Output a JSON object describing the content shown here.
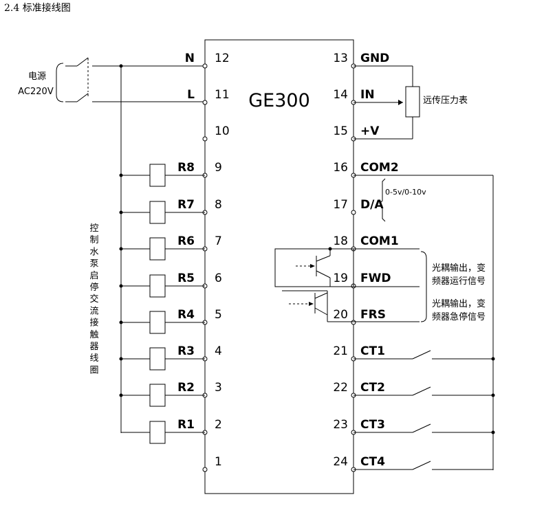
{
  "title": "2.4  标准接线图",
  "model": "GE300",
  "power": {
    "line1": "电源",
    "line2": "AC220V"
  },
  "left_terminals": [
    "12",
    "11",
    "10",
    "9",
    "8",
    "7",
    "6",
    "5",
    "4",
    "3",
    "2",
    "1"
  ],
  "left_labels": [
    "N",
    "L",
    "",
    "R8",
    "R7",
    "R6",
    "R5",
    "R4",
    "R3",
    "R2",
    "R1",
    ""
  ],
  "right_terminals": [
    "13",
    "14",
    "15",
    "16",
    "17",
    "18",
    "19",
    "20",
    "21",
    "22",
    "23",
    "24"
  ],
  "right_labels": [
    "GND",
    "IN",
    "+V",
    "COM2",
    "D/A",
    "COM1",
    "FWD",
    "FRS",
    "CT1",
    "CT2",
    "CT3",
    "CT4"
  ],
  "gauge_label": "远传压力表",
  "da_range": "0-5v/0-10v",
  "coil_caption": "控制水泵启停交流接触器线圈",
  "fwd_note": {
    "line1": "光耦输出，变",
    "line2": "频器运行信号"
  },
  "frs_note": {
    "line1": "光耦输出，变",
    "line2": "频器急停信号"
  }
}
